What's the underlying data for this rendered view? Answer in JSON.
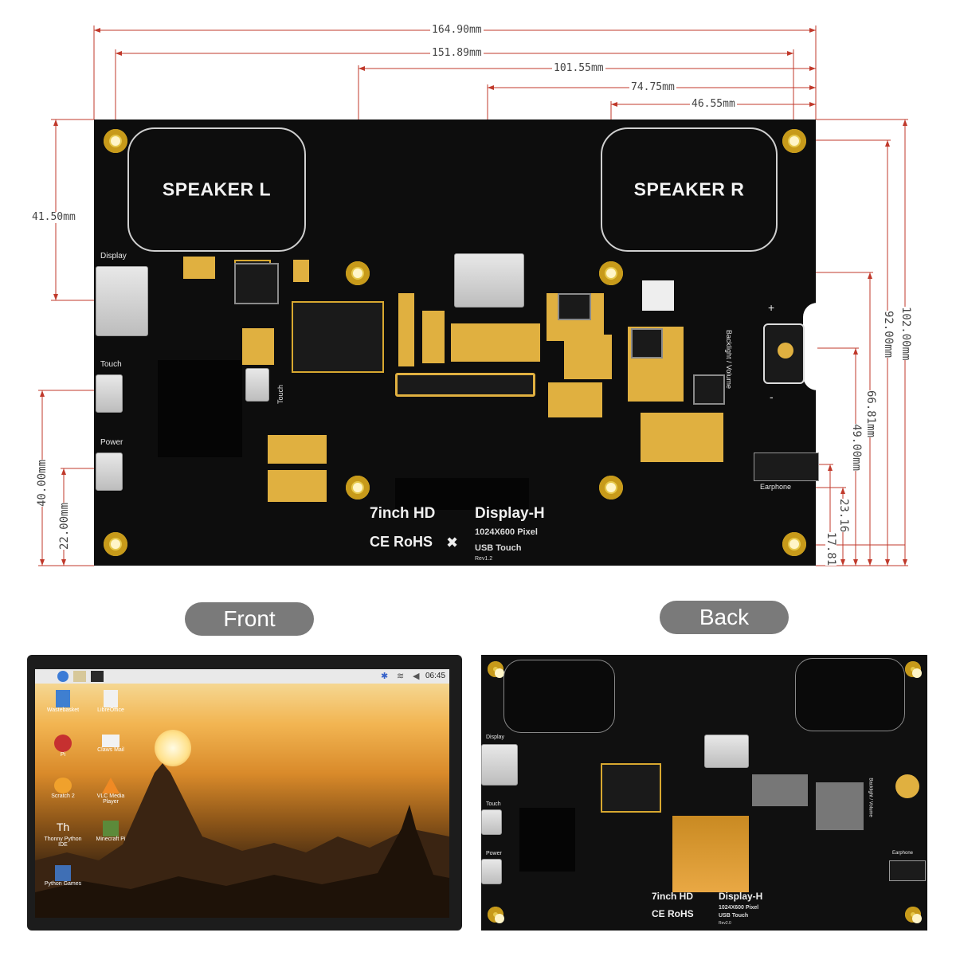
{
  "dimensions": {
    "top": [
      "164.90mm",
      "151.89mm",
      "101.55mm",
      "74.75mm",
      "46.55mm"
    ],
    "left": [
      "41.50mm",
      "40.00mm",
      "22.00mm"
    ],
    "right": [
      "102.00mm",
      "92.00mm",
      "66.81mm",
      "49.00mm",
      "23.16",
      "17.81"
    ]
  },
  "board": {
    "speaker_left": "SPEAKER L",
    "speaker_right": "SPEAKER R",
    "port_display": "Display",
    "port_touch": "Touch",
    "port_power": "Power",
    "chip_touch": "Touch",
    "backlight_label": "Backlight / Volume",
    "backlight_plus": "+",
    "backlight_minus": "-",
    "earphone_label": "Earphone",
    "title_left": "7inch HD",
    "title_right": "Display-H",
    "spec_pixels": "1024X600 Pixel",
    "spec_touch": "USB Touch",
    "rev": "Rev1.2",
    "certs": "CE RoHS"
  },
  "labels": {
    "front": "Front",
    "back": "Back"
  },
  "front_screen": {
    "clock": "06:45",
    "desktop_icons": [
      "Wastebasket",
      "LibreOffice",
      "Pi",
      "Claws Mail",
      "Scratch 2",
      "VLC Media Player",
      "Thonny Python IDE",
      "Minecraft Pi",
      "Python Games"
    ]
  },
  "back_board": {
    "port_display": "Display",
    "port_touch": "Touch",
    "port_power": "Power",
    "backlight_label": "Backlight / Volume",
    "earphone_label": "Earphone",
    "title_left": "7inch HD",
    "title_right": "Display-H",
    "spec_pixels": "1024X600 Pixel",
    "spec_touch": "USB Touch",
    "rev": "Rev2.0",
    "certs": "CE RoHS"
  },
  "colors": {
    "pcb": "#0d0d0d",
    "gold": "#e0b040",
    "dim_line": "#c0392b",
    "pill": "#7a7a7a"
  }
}
